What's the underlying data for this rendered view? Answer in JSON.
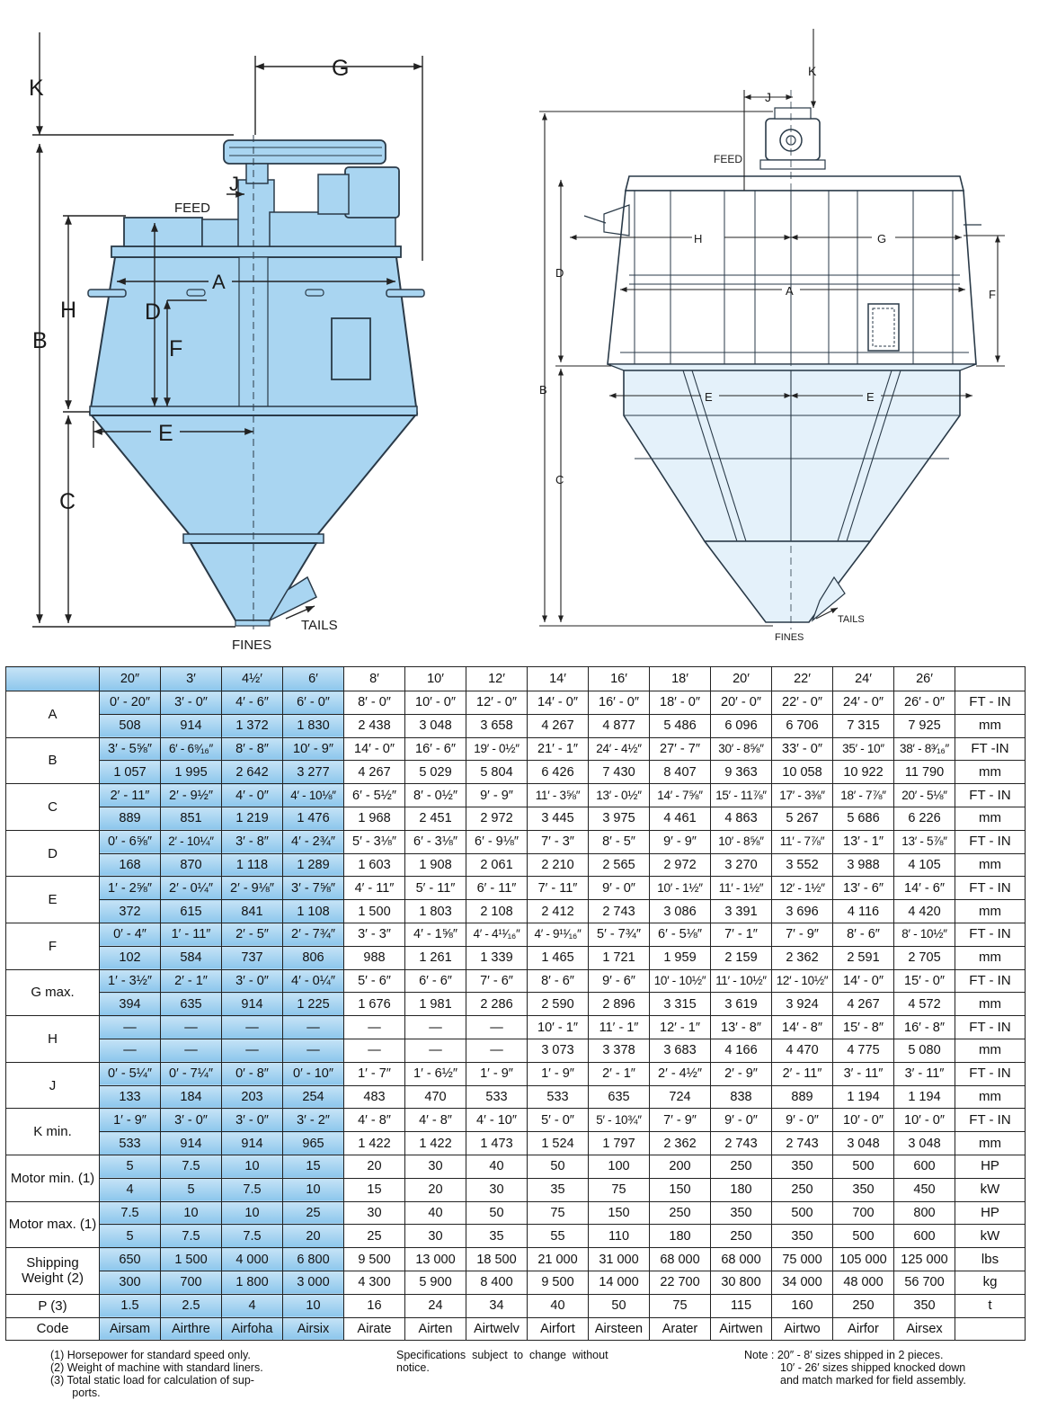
{
  "drawing_left": {
    "labels": {
      "K": "K",
      "G": "G",
      "J": "J",
      "FEED": "FEED",
      "A": "A",
      "H": "H",
      "D": "D",
      "F": "F",
      "B": "B",
      "E": "E",
      "C": "C",
      "TAILS": "TAILS",
      "FINES": "FINES"
    }
  },
  "drawing_right": {
    "labels": {
      "K": "K",
      "J": "J",
      "FEED": "FEED",
      "H": "H",
      "G": "G",
      "D": "D",
      "A": "A",
      "F": "F",
      "B": "B",
      "E1": "E",
      "E2": "E",
      "C": "C",
      "TAILS": "TAILS",
      "FINES": "FINES"
    }
  },
  "colors": {
    "machine_fill": "#a9d5f1",
    "machine_stroke": "#2a3a48",
    "header_blue": "#8cc6ec",
    "line": "#222222"
  },
  "table": {
    "sizes": [
      "20″",
      "3′",
      "4½′",
      "6′",
      "8′",
      "10′",
      "12′",
      "14′",
      "16′",
      "18′",
      "20′",
      "22′",
      "24′",
      "26′"
    ],
    "rows": [
      {
        "label": "A",
        "vals": [
          [
            "0′ - 20″",
            "3′ - 0″",
            "4′ - 6″",
            "6′ - 0″",
            "8′ - 0″",
            "10′ - 0″",
            "12′ - 0″",
            "14′ - 0″",
            "16′ - 0″",
            "18′ - 0″",
            "20′ - 0″",
            "22′ - 0″",
            "24′ - 0″",
            "26′ - 0″"
          ],
          [
            "508",
            "914",
            "1 372",
            "1 830",
            "2 438",
            "3 048",
            "3 658",
            "4 267",
            "4 877",
            "5 486",
            "6 096",
            "6 706",
            "7 315",
            "7 925"
          ]
        ],
        "units": [
          "FT - IN",
          "mm"
        ]
      },
      {
        "label": "B",
        "vals": [
          [
            "3′ - 5⅝″",
            "6′ - 6⁹⁄₁₆″",
            "8′ - 8″",
            "10′ - 9″",
            "14′ - 0″",
            "16′ - 6″",
            "19′ - 0½″",
            "21′ - 1″",
            "24′ - 4½″",
            "27′ - 7″",
            "30′ - 8⅝″",
            "33′ - 0″",
            "35′ - 10″",
            "38′ - 8³⁄₁₆″"
          ],
          [
            "1 057",
            "1 995",
            "2 642",
            "3 277",
            "4 267",
            "5 029",
            "5 804",
            "6 426",
            "7 430",
            "8 407",
            "9 363",
            "10 058",
            "10 922",
            "11 790"
          ]
        ],
        "units": [
          "FT -IN",
          "mm"
        ]
      },
      {
        "label": "C",
        "vals": [
          [
            "2′ - 11″",
            "2′ - 9½″",
            "4′ - 0″",
            "4′ - 10⅛″",
            "6′ - 5½″",
            "8′ - 0½″",
            "9′ - 9″",
            "11′ - 3⅝″",
            "13′ - 0½″",
            "14′ - 7⅝″",
            "15′ - 11⅞″",
            "17′ - 3⅜″",
            "18′ - 7⅞″",
            "20′ - 5⅛″"
          ],
          [
            "889",
            "851",
            "1 219",
            "1 476",
            "1 968",
            "2 451",
            "2 972",
            "3 445",
            "3 975",
            "4 461",
            "4 863",
            "5 267",
            "5 686",
            "6 226"
          ]
        ],
        "units": [
          "FT - IN",
          "mm"
        ]
      },
      {
        "label": "D",
        "vals": [
          [
            "0′ - 6⅝″",
            "2′ - 10¼″",
            "3′ - 8″",
            "4′ - 2¾″",
            "5′ - 3⅛″",
            "6′ - 3⅛″",
            "6′ - 9⅛″",
            "7′ - 3″",
            "8′ - 5″",
            "9′ - 9″",
            "10′ - 8⅝″",
            "11′ - 7⅞″",
            "13′ - 1″",
            "13′ - 5⅞″"
          ],
          [
            "168",
            "870",
            "1 118",
            "1 289",
            "1 603",
            "1 908",
            "2 061",
            "2 210",
            "2 565",
            "2 972",
            "3 270",
            "3 552",
            "3 988",
            "4 105"
          ]
        ],
        "units": [
          "FT - IN",
          "mm"
        ]
      },
      {
        "label": "E",
        "vals": [
          [
            "1′ - 2⅝″",
            "2′ - 0¼″",
            "2′ - 9⅛″",
            "3′ - 7⅝″",
            "4′ - 11″",
            "5′ - 11″",
            "6′ - 11″",
            "7′ - 11″",
            "9′ - 0″",
            "10′ - 1½″",
            "11′ - 1½″",
            "12′ - 1½″",
            "13′ - 6″",
            "14′ - 6″"
          ],
          [
            "372",
            "615",
            "841",
            "1 108",
            "1 500",
            "1 803",
            "2 108",
            "2 412",
            "2 743",
            "3 086",
            "3 391",
            "3 696",
            "4 116",
            "4 420"
          ]
        ],
        "units": [
          "FT - IN",
          "mm"
        ]
      },
      {
        "label": "F",
        "vals": [
          [
            "0′ - 4″",
            "1′ - 11″",
            "2′ - 5″",
            "2′ - 7¾″",
            "3′ - 3″",
            "4′ - 1⅝″",
            "4′ - 4¹¹⁄₁₆″",
            "4′ - 9¹¹⁄₁₆″",
            "5′ - 7¾″",
            "6′ - 5⅛″",
            "7′ - 1″",
            "7′ - 9″",
            "8′ - 6″",
            "8′ - 10½″"
          ],
          [
            "102",
            "584",
            "737",
            "806",
            "988",
            "1 261",
            "1 339",
            "1 465",
            "1 721",
            "1 959",
            "2 159",
            "2 362",
            "2 591",
            "2 705"
          ]
        ],
        "units": [
          "FT - IN",
          "mm"
        ]
      },
      {
        "label": "G max.",
        "vals": [
          [
            "1′ - 3½″",
            "2′ - 1″",
            "3′ - 0″",
            "4′ - 0¼″",
            "5′ - 6″",
            "6′ - 6″",
            "7′ - 6″",
            "8′ - 6″",
            "9′ - 6″",
            "10′ - 10½″",
            "11′ - 10½″",
            "12′ - 10½″",
            "14′ - 0″",
            "15′ - 0″"
          ],
          [
            "394",
            "635",
            "914",
            "1 225",
            "1 676",
            "1 981",
            "2 286",
            "2 590",
            "2 896",
            "3 315",
            "3 619",
            "3 924",
            "4 267",
            "4 572"
          ]
        ],
        "units": [
          "FT - IN",
          "mm"
        ]
      },
      {
        "label": "H",
        "vals": [
          [
            "—",
            "—",
            "—",
            "—",
            "—",
            "—",
            "—",
            "10′ - 1″",
            "11′ - 1″",
            "12′ - 1″",
            "13′ - 8″",
            "14′ - 8″",
            "15′ - 8″",
            "16′ - 8″"
          ],
          [
            "—",
            "—",
            "—",
            "—",
            "—",
            "—",
            "—",
            "3 073",
            "3 378",
            "3 683",
            "4 166",
            "4 470",
            "4 775",
            "5 080"
          ]
        ],
        "units": [
          "FT - IN",
          "mm"
        ]
      },
      {
        "label": "J",
        "vals": [
          [
            "0′ - 5¼″",
            "0′ - 7¼″",
            "0′ - 8″",
            "0′ - 10″",
            "1′ - 7″",
            "1′ - 6½″",
            "1′ - 9″",
            "1′ - 9″",
            "2′ - 1″",
            "2′ - 4½″",
            "2′ - 9″",
            "2′ - 11″",
            "3′ - 11″",
            "3′ - 11″"
          ],
          [
            "133",
            "184",
            "203",
            "254",
            "483",
            "470",
            "533",
            "533",
            "635",
            "724",
            "838",
            "889",
            "1 194",
            "1 194"
          ]
        ],
        "units": [
          "FT - IN",
          "mm"
        ]
      },
      {
        "label": "K min.",
        "vals": [
          [
            "1′ - 9″",
            "3′ - 0″",
            "3′ - 0″",
            "3′ - 2″",
            "4′ - 8″",
            "4′ - 8″",
            "4′ - 10″",
            "5′ - 0″",
            "5′ - 10¾″",
            "7′ - 9″",
            "9′ - 0″",
            "9′ - 0″",
            "10′ - 0″",
            "10′ - 0″"
          ],
          [
            "533",
            "914",
            "914",
            "965",
            "1 422",
            "1 422",
            "1 473",
            "1 524",
            "1 797",
            "2 362",
            "2 743",
            "2 743",
            "3 048",
            "3 048"
          ]
        ],
        "units": [
          "FT - IN",
          "mm"
        ]
      },
      {
        "label": "Motor min. (1)",
        "vals": [
          [
            "5",
            "7.5",
            "10",
            "15",
            "20",
            "30",
            "40",
            "50",
            "100",
            "200",
            "250",
            "350",
            "500",
            "600"
          ],
          [
            "4",
            "5",
            "7.5",
            "10",
            "15",
            "20",
            "30",
            "35",
            "75",
            "150",
            "180",
            "250",
            "350",
            "450"
          ]
        ],
        "units": [
          "HP",
          "kW"
        ]
      },
      {
        "label": "Motor max. (1)",
        "vals": [
          [
            "7.5",
            "10",
            "10",
            "25",
            "30",
            "40",
            "50",
            "75",
            "150",
            "250",
            "350",
            "500",
            "700",
            "800"
          ],
          [
            "5",
            "7.5",
            "7.5",
            "20",
            "25",
            "30",
            "35",
            "55",
            "110",
            "180",
            "250",
            "350",
            "500",
            "600"
          ]
        ],
        "units": [
          "HP",
          "kW"
        ]
      },
      {
        "label": "Shipping Weight (2)",
        "vals": [
          [
            "650",
            "1 500",
            "4 000",
            "6 800",
            "9 500",
            "13 000",
            "18 500",
            "21 000",
            "31 000",
            "68 000",
            "68 000",
            "75 000",
            "105 000",
            "125 000"
          ],
          [
            "300",
            "700",
            "1 800",
            "3 000",
            "4 300",
            "5 900",
            "8 400",
            "9 500",
            "14 000",
            "22 700",
            "30 800",
            "34 000",
            "48 000",
            "56 700"
          ]
        ],
        "units": [
          "lbs",
          "kg"
        ]
      }
    ],
    "p_row": {
      "label": "P (3)",
      "vals": [
        "1.5",
        "2.5",
        "4",
        "10",
        "16",
        "24",
        "34",
        "40",
        "50",
        "75",
        "115",
        "160",
        "250",
        "350"
      ],
      "unit": "t"
    },
    "code_row": {
      "label": "Code",
      "vals": [
        "Airsam",
        "Airthre",
        "Airfoha",
        "Airsix",
        "Airate",
        "Airten",
        "Airtwelv",
        "Airfort",
        "Airsteen",
        "Arater",
        "Airtwen",
        "Airtwo",
        "Airfor",
        "Airsex"
      ]
    }
  },
  "notes": {
    "footnotes": [
      "(1)  Horsepower for standard speed only.",
      "(2)  Weight of machine with standard liners.",
      "(3)  Total static load for calculation of sup-",
      "       ports."
    ],
    "middle": [
      "Specifications  subject  to  change  without",
      "notice."
    ],
    "right": [
      "Note : 20″ - 8′ sizes shipped in 2 pieces.",
      "10′ - 26′ sizes shipped knocked down",
      "and match marked for field assembly."
    ]
  }
}
